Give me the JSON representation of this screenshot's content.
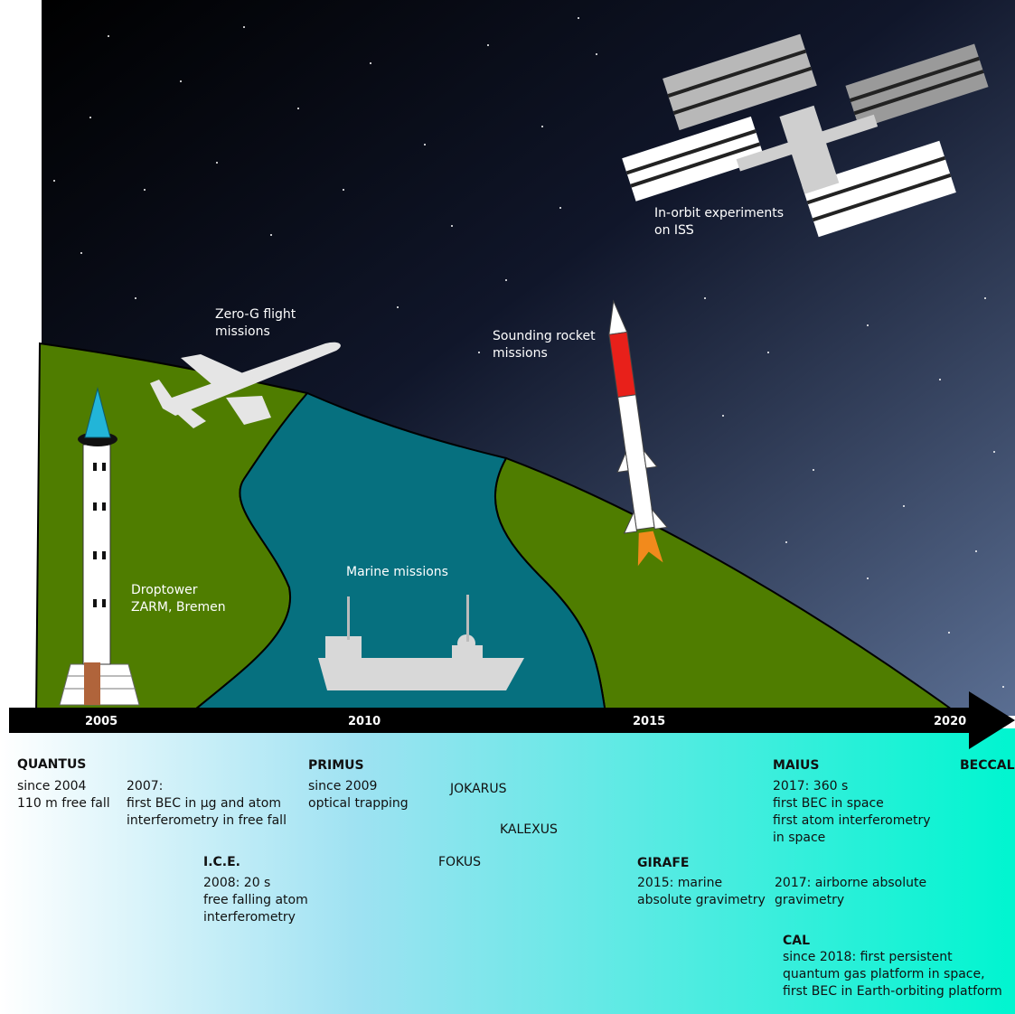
{
  "timeline": {
    "years": [
      "2005",
      "2010",
      "2015",
      "2020"
    ]
  },
  "scene": {
    "iss_label": "In-orbit experiments\non ISS",
    "zerog_label": "Zero-G flight\nmissions",
    "rocket_label": "Sounding rocket\nmissions",
    "marine_label": "Marine missions",
    "droptower_label": "Droptower\nZARM, Bremen"
  },
  "missions": {
    "quantus": {
      "title": "QUANTUS",
      "text": "since 2004\n110 m free fall"
    },
    "quantus_2007": {
      "text": "2007:\nfirst BEC in µg and atom\ninterferometry in free fall"
    },
    "primus": {
      "title": "PRIMUS",
      "text": "since 2009\noptical trapping"
    },
    "jokarus": {
      "title": "JOKARUS"
    },
    "kalexus": {
      "title": "KALEXUS"
    },
    "fokus": {
      "title": "FOKUS"
    },
    "ice": {
      "title": "I.C.E.",
      "text": "2008: 20 s\nfree falling atom\ninterferometry"
    },
    "maius": {
      "title": "MAIUS",
      "text": "2017: 360 s\nfirst BEC in space\nfirst atom interferometry\nin space"
    },
    "beccal": {
      "title": "BECCAL"
    },
    "girafe": {
      "title": "GIRAFE",
      "text": "2015: marine\nabsolute gravimetry"
    },
    "girafe_2017": {
      "text": "2017: airborne absolute\ngravimetry"
    },
    "cal": {
      "title": "CAL",
      "text": "since 2018: first persistent\nquantum gas platform in space,\nfirst BEC in Earth-orbiting platform"
    }
  },
  "colors": {
    "sky_top": "#000000",
    "sky_bottom": "#5a6e92",
    "land": "#4f7d00",
    "water": "#06707f",
    "gradient_left": "#ffffff",
    "gradient_right": "#00f5d0",
    "rocket_band": "#e8201a",
    "tower_tip": "#22b5d8"
  }
}
